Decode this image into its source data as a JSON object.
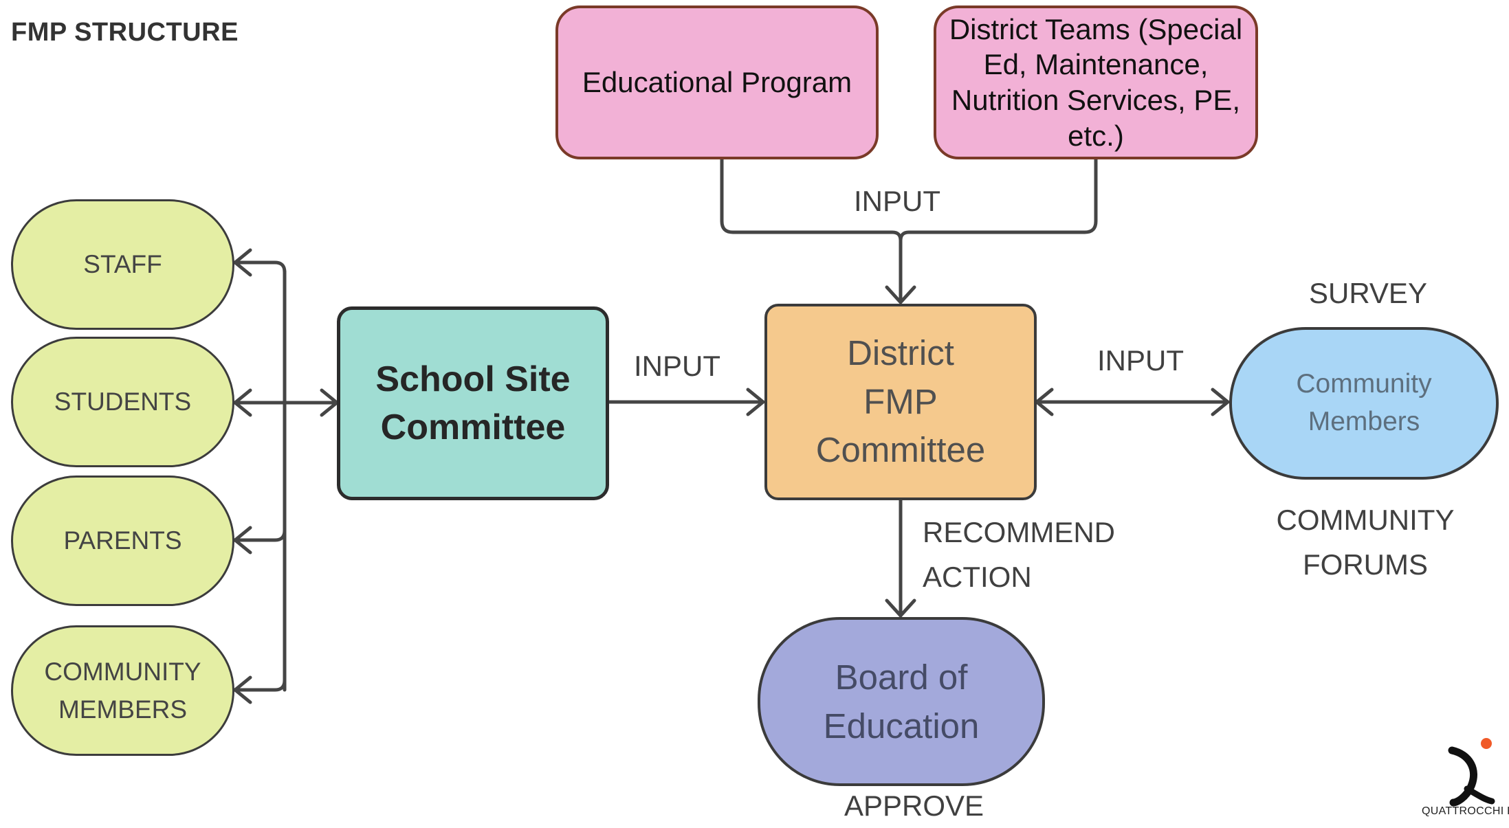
{
  "title": "FMP STRUCTURE",
  "nodes": {
    "staff": "STAFF",
    "students": "STUDENTS",
    "parents": "PARENTS",
    "community_members_left": "COMMUNITY\nMEMBERS",
    "school_site_committee": "School Site\nCommittee",
    "educational_program": "Educational Program",
    "district_teams": "District Teams (Special\nEd, Maintenance,\nNutrition Services, PE,\netc.)",
    "district_fmp_committee": "District\nFMP\nCommittee",
    "community_members_right": "Community\nMembers",
    "board_of_education": "Board of\nEducation"
  },
  "labels": {
    "input_top": "INPUT",
    "input_left": "INPUT",
    "input_right": "INPUT",
    "survey": "SURVEY",
    "community_forums": "COMMUNITY\nFORUMS",
    "recommend_action": "RECOMMEND\nACTION",
    "approve": "APPROVE"
  },
  "logo": {
    "text": "QUATTROCCHI K",
    "icon": "quattrocchi-kwok-logo-icon"
  },
  "colors": {
    "pill": "#e4eea4",
    "pink": "#f2b1d6",
    "school_site": "#a0ddd3",
    "district_fmp": "#f5c98d",
    "community": "#a9d6f6",
    "board": "#a3a9db",
    "line": "#454545",
    "logo_dot": "#f05a28"
  }
}
